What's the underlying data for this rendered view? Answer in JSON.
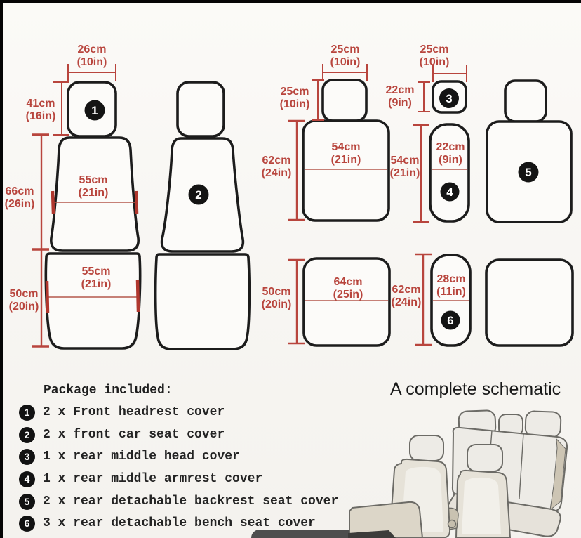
{
  "page": {
    "accent_red": "#b8453d",
    "outline_black": "#1c1c1c",
    "background": "#f8f6f3"
  },
  "front_section": {
    "headrest_width": "26cm\n(10in)",
    "headrest_height": "41cm\n(16in)",
    "backrest_height": "66cm\n(26in)",
    "backrest_width": "55cm\n(21in)",
    "cushion_width": "55cm\n(21in)",
    "cushion_height": "50cm\n(20in)",
    "marker_headrest": "1",
    "marker_seat": "2"
  },
  "rear_section": {
    "headrest_width": "25cm\n(10in)",
    "headrest_height": "25cm\n(10in)",
    "backrest_height": "62cm\n(24in)",
    "backrest_width": "54cm\n(21in)",
    "head_cover_width": "25cm\n(10in)",
    "head_cover_height": "22cm\n(9in)",
    "armrest_height": "54cm\n(21in)",
    "armrest_width": "22cm\n(9in)",
    "marker_head_cover": "3",
    "marker_armrest": "4",
    "marker_backrest": "5",
    "bench_height": "50cm\n(20in)",
    "bench_width": "64cm\n(25in)",
    "bench_mid_height": "62cm\n(24in)",
    "bench_mid_width": "28cm\n(11in)",
    "marker_bench": "6"
  },
  "package": {
    "title": "Package included:",
    "items": [
      {
        "num": "1",
        "text": "2 x Front headrest cover"
      },
      {
        "num": "2",
        "text": "2 x front car seat cover"
      },
      {
        "num": "3",
        "text": "1 x rear middle head cover"
      },
      {
        "num": "4",
        "text": "1 x rear middle armrest cover"
      },
      {
        "num": "5",
        "text": "2 x rear detachable backrest seat cover"
      },
      {
        "num": "6",
        "text": "3 x rear detachable bench seat cover"
      }
    ]
  },
  "schematic": {
    "title": "A complete schematic"
  }
}
